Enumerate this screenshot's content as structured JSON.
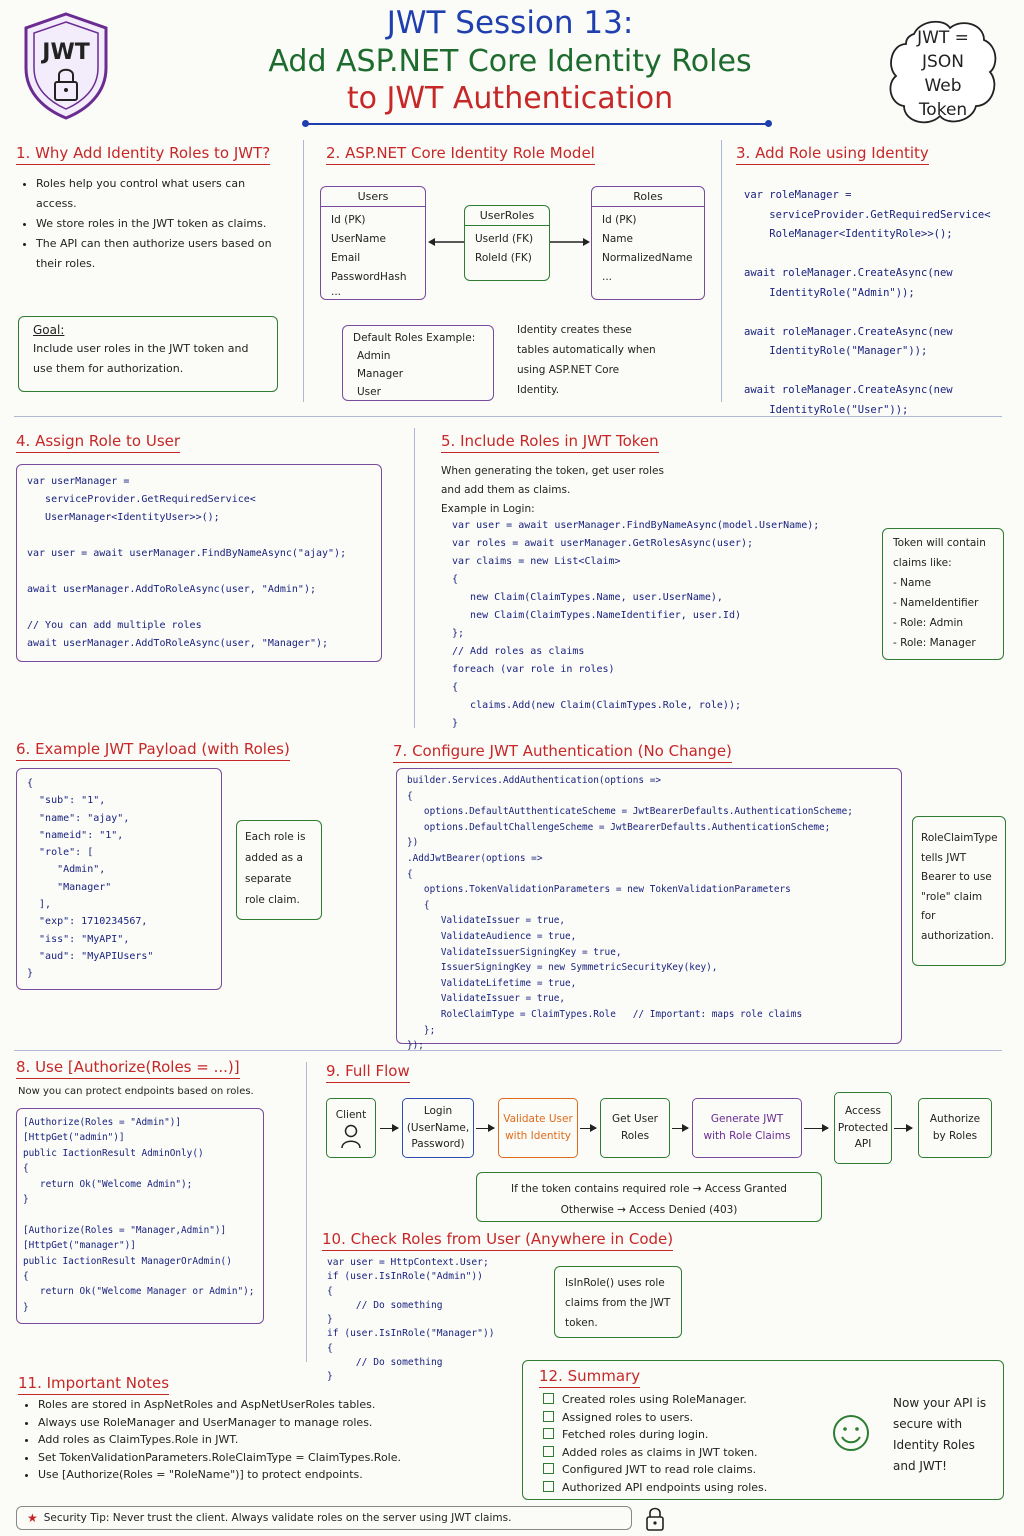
{
  "header": {
    "badge": "JWT",
    "title_line1": "JWT Session 13:",
    "title_line2": "Add ASP.NET Core Identity Roles",
    "title_line3": "to JWT Authentication",
    "cloud": [
      "JWT =",
      "JSON",
      "Web",
      "Token"
    ]
  },
  "s1": {
    "title": "1. Why Add Identity Roles to JWT?",
    "bullets": [
      "Roles help you control what users can access.",
      "We store roles in the JWT token as claims.",
      "The API can then authorize users based on their roles."
    ],
    "goal_label": "Goal:",
    "goal_text": "Include user roles in the JWT token and use them for authorization."
  },
  "s2": {
    "title": "2. ASP.NET Core Identity Role Model",
    "users_head": "Users",
    "users_rows": [
      "Id (PK)",
      "UserName",
      "Email",
      "PasswordHash",
      "..."
    ],
    "userroles_head": "UserRoles",
    "userroles_rows": [
      "UserId (FK)",
      "RoleId (FK)"
    ],
    "roles_head": "Roles",
    "roles_rows": [
      "Id (PK)",
      "Name",
      "NormalizedName",
      "..."
    ],
    "default_head": "Default Roles Example:",
    "default_rows": [
      "Admin",
      "Manager",
      "User"
    ],
    "note": "Identity creates these tables automatically when using ASP.NET Core Identity."
  },
  "s3": {
    "title": "3. Add Role using Identity",
    "code": "var roleManager =\n    serviceProvider.GetRequiredService<\n    RoleManager<IdentityRole>>();\n\nawait roleManager.CreateAsync(new\n    IdentityRole(\"Admin\"));\n\nawait roleManager.CreateAsync(new\n    IdentityRole(\"Manager\"));\n\nawait roleManager.CreateAsync(new\n    IdentityRole(\"User\"));"
  },
  "s4": {
    "title": "4. Assign Role to User",
    "code": "var userManager =\n   serviceProvider.GetRequiredService<\n   UserManager<IdentityUser>>();\n\nvar user = await userManager.FindByNameAsync(\"ajay\");\n\nawait userManager.AddToRoleAsync(user, \"Admin\");\n\n// You can add multiple roles\nawait userManager.AddToRoleAsync(user, \"Manager\");"
  },
  "s5": {
    "title": "5. Include Roles in JWT Token",
    "intro": "When generating the token, get user roles\nand add them as claims.",
    "example": "Example in Login:",
    "code": "var user = await userManager.FindByNameAsync(model.UserName);\nvar roles = await userManager.GetRolesAsync(user);\nvar claims = new List<Claim>\n{\n   new Claim(ClaimTypes.Name, user.UserName),\n   new Claim(ClaimTypes.NameIdentifier, user.Id)\n};\n// Add roles as claims\nforeach (var role in roles)\n{\n   claims.Add(new Claim(ClaimTypes.Role, role));\n}",
    "side_head": "Token will contain claims like:",
    "side_items": [
      "- Name",
      "- NameIdentifier",
      "- Role: Admin",
      "- Role: Manager"
    ]
  },
  "s6": {
    "title": "6. Example JWT Payload (with Roles)",
    "code": "{\n  \"sub\": \"1\",\n  \"name\": \"ajay\",\n  \"nameid\": \"1\",\n  \"role\": [\n     \"Admin\",\n     \"Manager\"\n  ],\n  \"exp\": 1710234567,\n  \"iss\": \"MyAPI\",\n  \"aud\": \"MyAPIUsers\"\n}",
    "note": "Each role is added as a separate role claim."
  },
  "s7": {
    "title": "7. Configure JWT Authentication (No Change)",
    "code": "builder.Services.AddAuthentication(options =>\n{\n   options.DefaultAutthenticateScheme = JwtBearerDefaults.AuthenticationScheme;\n   options.DefaultChallengeScheme = JwtBearerDefaults.AuthenticationScheme;\n})\n.AddJwtBearer(options =>\n{\n   options.TokenValidationParameters = new TokenValidationParameters\n   {\n      ValidateIssuer = true,\n      ValidateAudience = true,\n      ValidateIssuerSigningKey = true,\n      IssuerSigningKey = new SymmetricSecurityKey(key),\n      ValidateLifetime = true,\n      ValidateIssuer = true,\n      RoleClaimType = ClaimTypes.Role   // Important: maps role claims\n   };\n});",
    "note": "RoleClaimType tells JWT Bearer to use \"role\" claim for authorization."
  },
  "s8": {
    "title": "8. Use [Authorize(Roles = ...)]",
    "intro": "Now you can protect endpoints based on roles.",
    "code": "[Authorize(Roles = \"Admin\")]\n[HttpGet(\"admin\")]\npublic IactionResult AdminOnly()\n{\n   return Ok(\"Welcome Admin\");\n}\n\n[Authorize(Roles = \"Manager,Admin\")]\n[HttpGet(\"manager\")]\npublic IactionResult ManagerOrAdmin()\n{\n   return Ok(\"Welcome Manager or Admin\");\n}"
  },
  "s9": {
    "title": "9. Full Flow",
    "steps": [
      "Client",
      "Login\n(UserName,\nPassword)",
      "Validate User\nwith Identity",
      "Get User\nRoles",
      "Generate JWT\nwith Role Claims",
      "Access\nProtected\nAPI",
      "Authorize\nby Roles"
    ],
    "result_line1": "If the token contains required role  →  Access Granted",
    "result_line2": "Otherwise   →  Access Denied (403)"
  },
  "s10": {
    "title": "10. Check Roles from User (Anywhere in Code)",
    "code": "var user = HttpContext.User;\nif (user.IsInRole(\"Admin\"))\n{\n     // Do something\n}\nif (user.IsInRole(\"Manager\"))\n{\n     // Do something\n}",
    "note": "IsInRole() uses role claims from the JWT token."
  },
  "s11": {
    "title": "11. Important Notes",
    "bullets": [
      "Roles are stored in AspNetRoles and AspNetUserRoles tables.",
      "Always use RoleManager and UserManager to manage roles.",
      "Add roles as ClaimTypes.Role in JWT.",
      "Set TokenValidationParameters.RoleClaimType = ClaimTypes.Role.",
      "Use [Authorize(Roles = \"RoleName\")] to protect endpoints."
    ]
  },
  "s12": {
    "title": "12. Summary",
    "checks": [
      "Created roles using RoleManager.",
      "Assigned roles to users.",
      "Fetched roles during login.",
      "Added roles as claims in JWT token.",
      "Configured JWT to read role claims.",
      "Authorized API endpoints using roles."
    ],
    "note": "Now your API is secure with Identity Roles and JWT!"
  },
  "tip": "Security Tip: Never trust the client. Always validate roles on the server using JWT claims."
}
